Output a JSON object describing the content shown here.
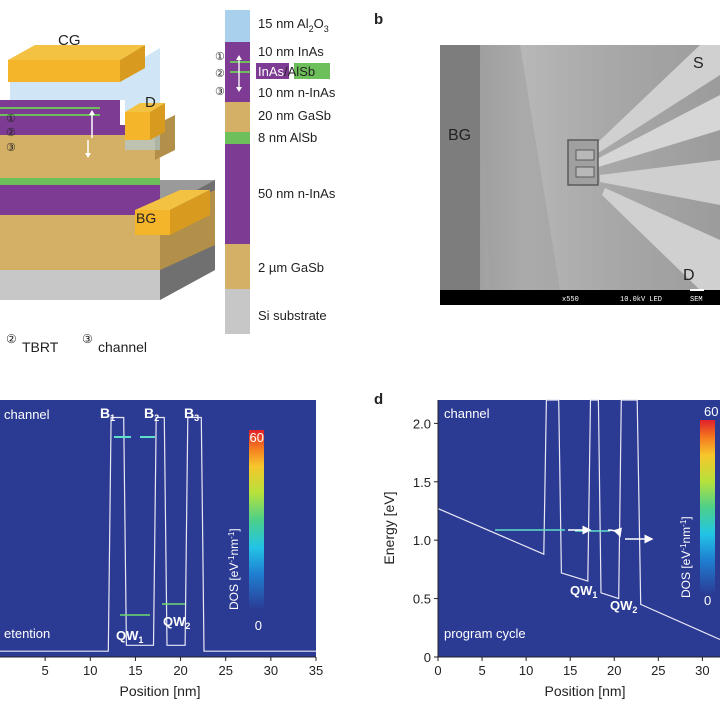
{
  "panel_labels": {
    "b": "b",
    "d": "d"
  },
  "device": {
    "cg": "CG",
    "d": "D",
    "bg": "BG",
    "markers": [
      "①",
      "②",
      "③"
    ],
    "legend_tbrt": "TBRT",
    "legend_channel": "channel",
    "legend_tbrt_num": "②",
    "legend_channel_num": "③"
  },
  "stack": {
    "layers": [
      {
        "label_main": "15 nm Al",
        "sub1": "2",
        "mid": "O",
        "sub2": "3",
        "color": "#a9d1ee"
      },
      {
        "label": "10 nm InAs",
        "color": "#7e3b93"
      },
      {
        "label_a": "InAs",
        "label_sep": "/",
        "label_b": "AlSb",
        "color": "#7e3b93"
      },
      {
        "label": "10 nm n-InAs",
        "color": "#7e3b93"
      },
      {
        "label": "20 nm GaSb",
        "color": "#d4b066"
      },
      {
        "label": "8 nm AlSb",
        "color": "#6cbf5a"
      },
      {
        "label": "50 nm n-InAs",
        "color": "#7e3b93"
      },
      {
        "label": "2 µm GaSb",
        "color": "#d4b066"
      },
      {
        "label": "Si substrate",
        "color": "#bdbdbd"
      }
    ],
    "markers": [
      "①",
      "②",
      "③"
    ]
  },
  "sem": {
    "labels": {
      "bg": "BG",
      "s": "S",
      "d": "D"
    },
    "footer": {
      "mag": "x550",
      "kv": "10.0kV LED",
      "mode": "SEM"
    }
  },
  "plot_c": {
    "ylim": [
      0,
      2.2
    ],
    "xlim": [
      0,
      35
    ],
    "xlabel": "Position [nm]",
    "x_ticks": [
      5,
      10,
      15,
      20,
      25,
      30,
      35
    ],
    "text_top": "channel",
    "text_bottom": "etention",
    "barrier_labels": [
      {
        "main": "B",
        "sub": "1"
      },
      {
        "main": "B",
        "sub": "2"
      },
      {
        "main": "B",
        "sub": "3"
      }
    ],
    "qw_labels": [
      {
        "main": "QW",
        "sub": "1"
      },
      {
        "main": "QW",
        "sub": "2"
      }
    ],
    "profile": [
      [
        0,
        0.05
      ],
      [
        12,
        0.05
      ],
      [
        12.3,
        2.05
      ],
      [
        13.7,
        2.05
      ],
      [
        14,
        0.1
      ],
      [
        17,
        0.1
      ],
      [
        17.3,
        2.05
      ],
      [
        18.2,
        2.05
      ],
      [
        18.5,
        0.1
      ],
      [
        20.5,
        0.1
      ],
      [
        20.8,
        2.05
      ],
      [
        22.3,
        2.05
      ],
      [
        22.6,
        0.05
      ],
      [
        35,
        0.05
      ]
    ],
    "colorbar": {
      "max": "60",
      "min": "0",
      "label": "DOS [eV",
      "label_exp1": "-1",
      "label_mid": "nm",
      "label_exp2": "-1",
      "label_end": "]"
    }
  },
  "plot_d": {
    "ylim": [
      0,
      2.2
    ],
    "xlim": [
      0,
      32
    ],
    "ylabel": "Energy [eV]",
    "xlabel": "Position [nm]",
    "y_ticks": [
      0,
      0.5,
      1.0,
      1.5,
      2.0
    ],
    "y_tick_labels": [
      "0",
      "0.5",
      "1.0",
      "1.5",
      "2.0"
    ],
    "x_ticks": [
      0,
      5,
      10,
      15,
      20,
      25,
      30
    ],
    "x_tick_labels": [
      "0",
      "5",
      "10",
      "15",
      "20",
      "25",
      "30"
    ],
    "text_top": "channel",
    "text_bottom": "program cycle",
    "qw_labels": [
      {
        "main": "QW",
        "sub": "1"
      },
      {
        "main": "QW",
        "sub": "2"
      }
    ],
    "profile": [
      [
        0,
        1.27
      ],
      [
        12,
        0.88
      ],
      [
        12.3,
        2.25
      ],
      [
        13.7,
        2.25
      ],
      [
        14,
        0.72
      ],
      [
        17,
        0.65
      ],
      [
        17.3,
        2.25
      ],
      [
        18.2,
        2.25
      ],
      [
        18.5,
        0.55
      ],
      [
        20.5,
        0.5
      ],
      [
        20.8,
        2.25
      ],
      [
        22.6,
        2.25
      ],
      [
        23,
        0.45
      ],
      [
        32,
        0.15
      ]
    ],
    "colorbar": {
      "max": "60",
      "min": "0",
      "label": "DOS [eV",
      "label_exp1": "-1",
      "label_mid": "nm",
      "label_exp2": "-1",
      "label_end": "]"
    }
  }
}
